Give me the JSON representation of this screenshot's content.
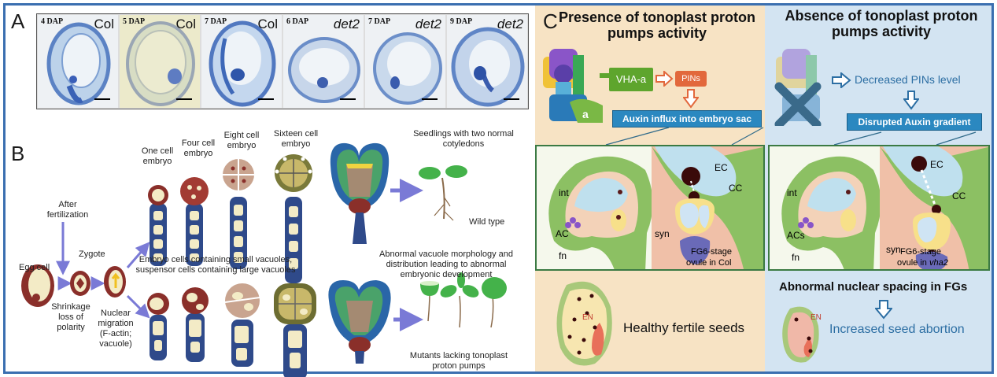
{
  "panels": {
    "a": "A",
    "b": "B",
    "c": "C"
  },
  "panelA": {
    "images": [
      {
        "dap": "4 DAP",
        "genotype": "Col",
        "italic": false
      },
      {
        "dap": "5 DAP",
        "genotype": "Col",
        "italic": false
      },
      {
        "dap": "7 DAP",
        "genotype": "Col",
        "italic": false
      },
      {
        "dap": "6 DAP",
        "genotype": "det2",
        "italic": true
      },
      {
        "dap": "7 DAP",
        "genotype": "det2",
        "italic": true
      },
      {
        "dap": "9 DAP",
        "genotype": "det2",
        "italic": true
      }
    ]
  },
  "panelB": {
    "egg_cell": "Egg cell",
    "after_fert": "After fertilization",
    "zygote": "Zygote",
    "shrinkage": "Shrinkage loss of polarity",
    "nuclear_migration": "Nuclear migration (F-actin; vacuole)",
    "one_cell": "One cell embryo",
    "four_cell": "Four cell embryo",
    "eight_cell": "Eight cell embryo",
    "sixteen_cell": "Sixteen cell embryo",
    "seedlings": "Seedlings with two normal cotyledons",
    "wild_type": "Wild type",
    "embryo_cells": "Embryo cells containing small vacuoles, suspensor cells containing large vacuoles",
    "abnormal": "Abnormal vacuole morphology and distribution leading to abnormal embryonic development",
    "mutants": "Mutants lacking tonoplast proton pumps"
  },
  "panelC": {
    "left_title": "Presence of tonoplast proton pumps activity",
    "right_title": "Absence of tonoplast proton pumps activity",
    "vha": "VHA-a",
    "pins": "PINs",
    "subunit": "a",
    "auxin_influx": "Auxin influx into embryo sac",
    "decreased_pins": "Decreased PINs level",
    "disrupted": "Disrupted Auxin gradient",
    "int": "int",
    "ac": "AC",
    "acs": "ACs",
    "fn": "fn",
    "ec": "EC",
    "cc": "CC",
    "syn": "syn",
    "fg6": "FG6-stage",
    "ovule_col": "ovule in Col",
    "ovule_in": "ovule in ",
    "vha2": "vha2",
    "healthy": "Healthy fertile seeds",
    "abnormal_spacing": "Abnormal nuclear spacing in FGs",
    "increased_abortion": "Increased seed abortion",
    "en": "EN"
  },
  "colors": {
    "frame": "#3b6fb0",
    "panel_c_left": "#f7e3c4",
    "panel_c_right": "#d3e4f2",
    "suspensor": "#2f4a8a",
    "nucleus": "#8a2f2a",
    "ovule_green": "#8cc063",
    "arrow_purple": "#7a7ad6"
  }
}
